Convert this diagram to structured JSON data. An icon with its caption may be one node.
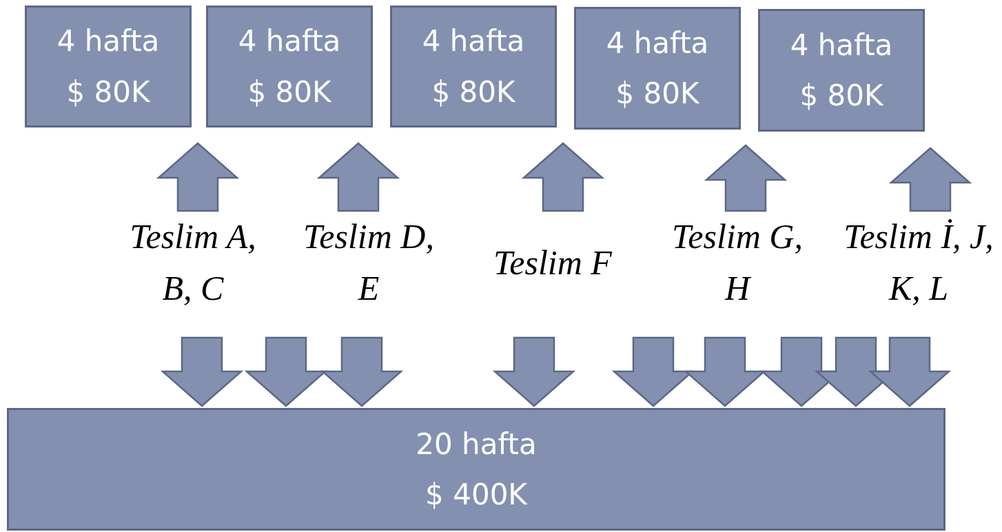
{
  "diagram": {
    "nodes": [
      {
        "text": [
          "4 hafta",
          "$ 80K"
        ]
      },
      {
        "text": [
          "4 hafta",
          "$ 80K"
        ]
      },
      {
        "text": [
          "4 hafta",
          "$ 80K"
        ]
      },
      {
        "text": [
          "4 hafta",
          "$ 80K"
        ]
      },
      {
        "text": [
          "4 hafta",
          "$ 80K"
        ]
      },
      {
        "text": [
          "Teslim A, B, C"
        ]
      },
      {
        "text": [
          "Teslim D, E"
        ]
      },
      {
        "text": [
          "Teslim F"
        ]
      },
      {
        "text": [
          "Teslim G, H"
        ]
      },
      {
        "text": [
          "Teslim İ, J, K, L"
        ]
      },
      {
        "text": [
          "20 hafta",
          "$ 400K"
        ]
      }
    ],
    "edges": [
      {
        "from": 5,
        "to": 0,
        "arrow": "to"
      },
      {
        "from": 6,
        "to": 1,
        "arrow": "to"
      },
      {
        "from": 7,
        "to": 2,
        "arrow": "to"
      },
      {
        "from": 8,
        "to": 3,
        "arrow": "to"
      },
      {
        "from": 9,
        "to": 4,
        "arrow": "to"
      },
      {
        "from": null,
        "to": 10,
        "arrow": "to"
      },
      {
        "from": null,
        "to": 10,
        "arrow": "to"
      },
      {
        "from": null,
        "to": 10,
        "arrow": "to"
      },
      {
        "from": null,
        "to": 10,
        "arrow": "to"
      },
      {
        "from": null,
        "to": 10,
        "arrow": "to"
      },
      {
        "from": null,
        "to": 10,
        "arrow": "to"
      },
      {
        "from": null,
        "to": 10,
        "arrow": "to"
      },
      {
        "from": null,
        "to": 10,
        "arrow": "to"
      },
      {
        "from": null,
        "to": 10,
        "arrow": "to"
      }
    ]
  }
}
